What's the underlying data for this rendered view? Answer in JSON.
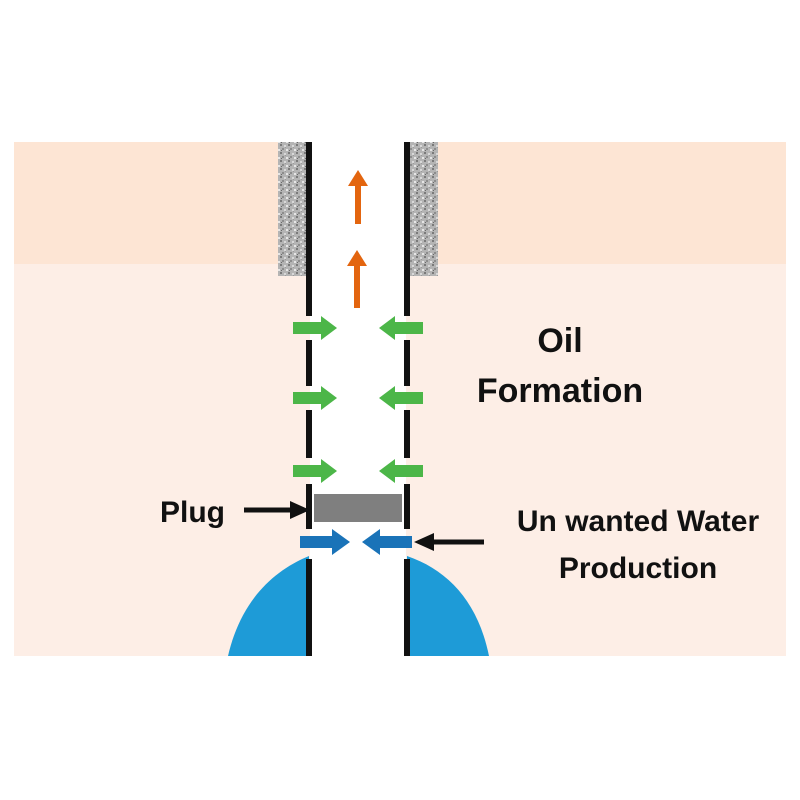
{
  "labels": {
    "oil_line1": "Oil",
    "oil_line2": "Formation",
    "plug": "Plug",
    "water_line1": "Un wanted Water",
    "water_line2": "Production"
  },
  "colors": {
    "upper_layer": "#fde5d4",
    "oil_formation": "#fdeee6",
    "cement": "#b0b0b0",
    "casing": "#111111",
    "wellbore": "#ffffff",
    "oil_flow_up": "#e3650f",
    "oil_inflow": "#4cb648",
    "water_inflow": "#1a73b8",
    "water_body": "#1e9bd7",
    "plug": "#7f7f7f",
    "pointer": "#111111"
  },
  "icons": {
    "flow_up": "arrow-up-icon",
    "inflow": "arrow-horizontal-icon",
    "pointer": "arrow-pointer-icon"
  }
}
